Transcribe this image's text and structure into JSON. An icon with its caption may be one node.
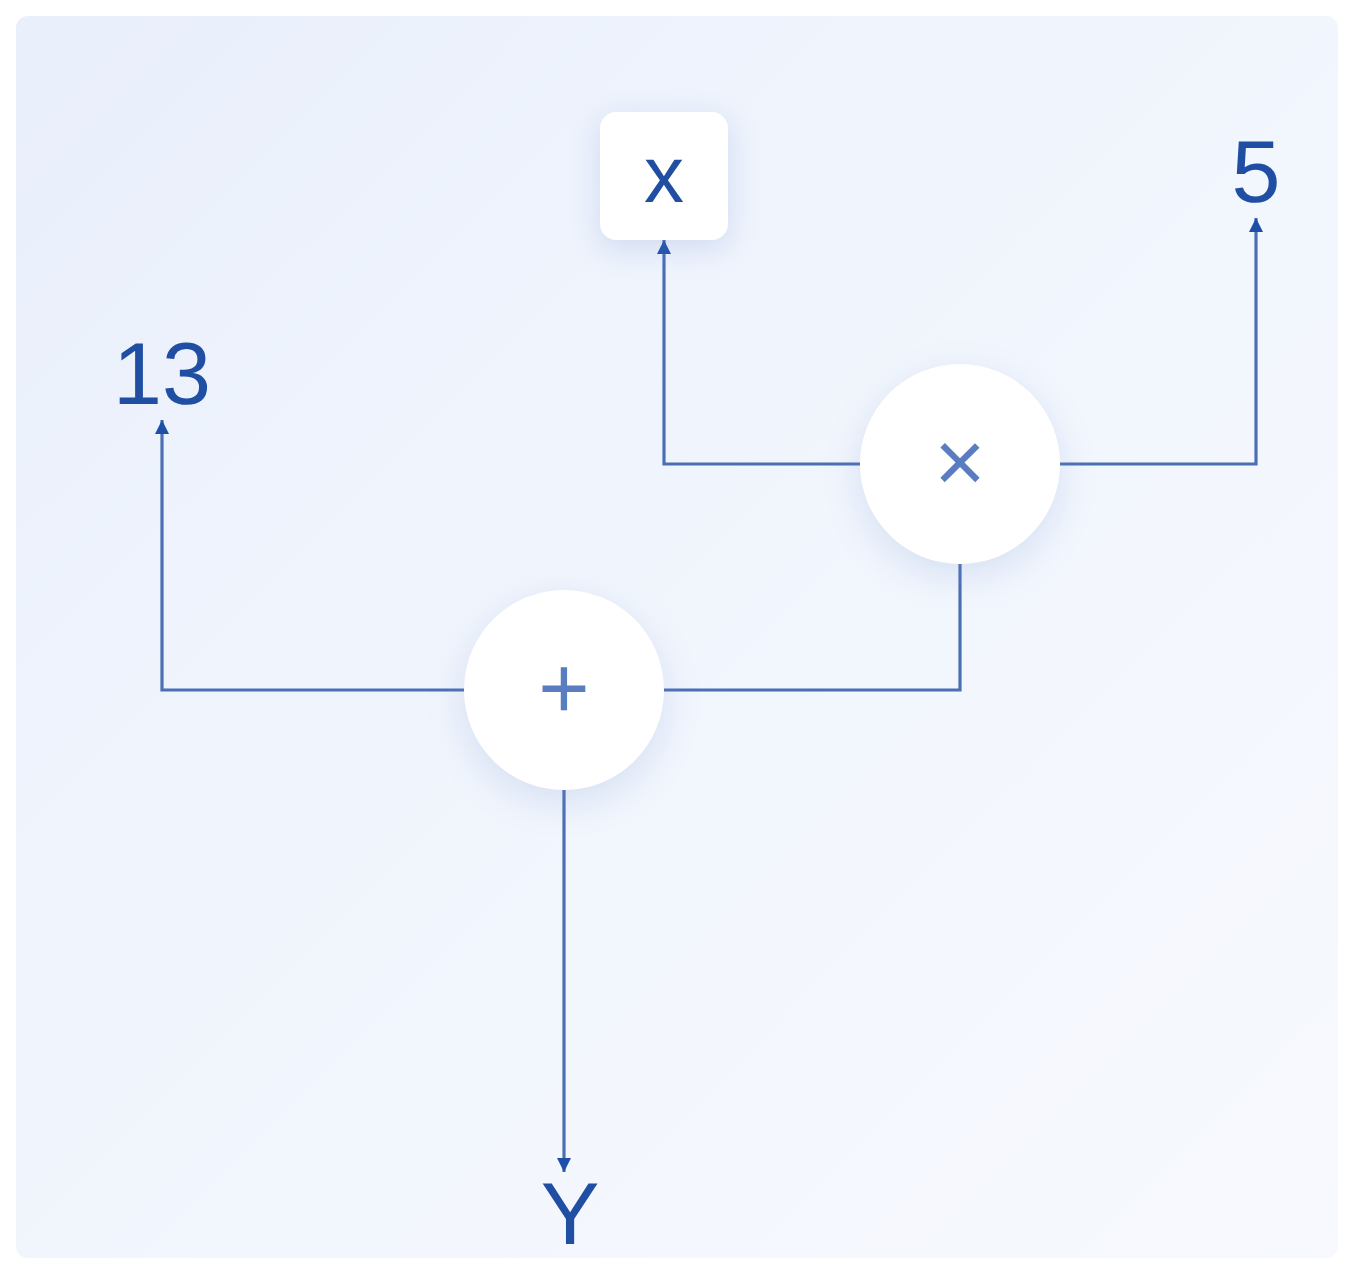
{
  "diagram": {
    "nodes": [
      {
        "text": [
          "x"
        ]
      },
      {
        "text": [
          "5"
        ]
      },
      {
        "text": [
          "13"
        ]
      },
      {
        "text": [
          "×"
        ]
      },
      {
        "text": [
          "+"
        ]
      },
      {
        "text": [
          "Y"
        ]
      }
    ],
    "edges": [
      {
        "from": 3,
        "to": 0,
        "arrow": "to"
      },
      {
        "from": 3,
        "to": 1,
        "arrow": "to"
      },
      {
        "from": 4,
        "to": 2,
        "arrow": "to"
      },
      {
        "from": 4,
        "to": 3,
        "arrow": "none"
      },
      {
        "from": 4,
        "to": 5,
        "arrow": "to"
      }
    ]
  }
}
